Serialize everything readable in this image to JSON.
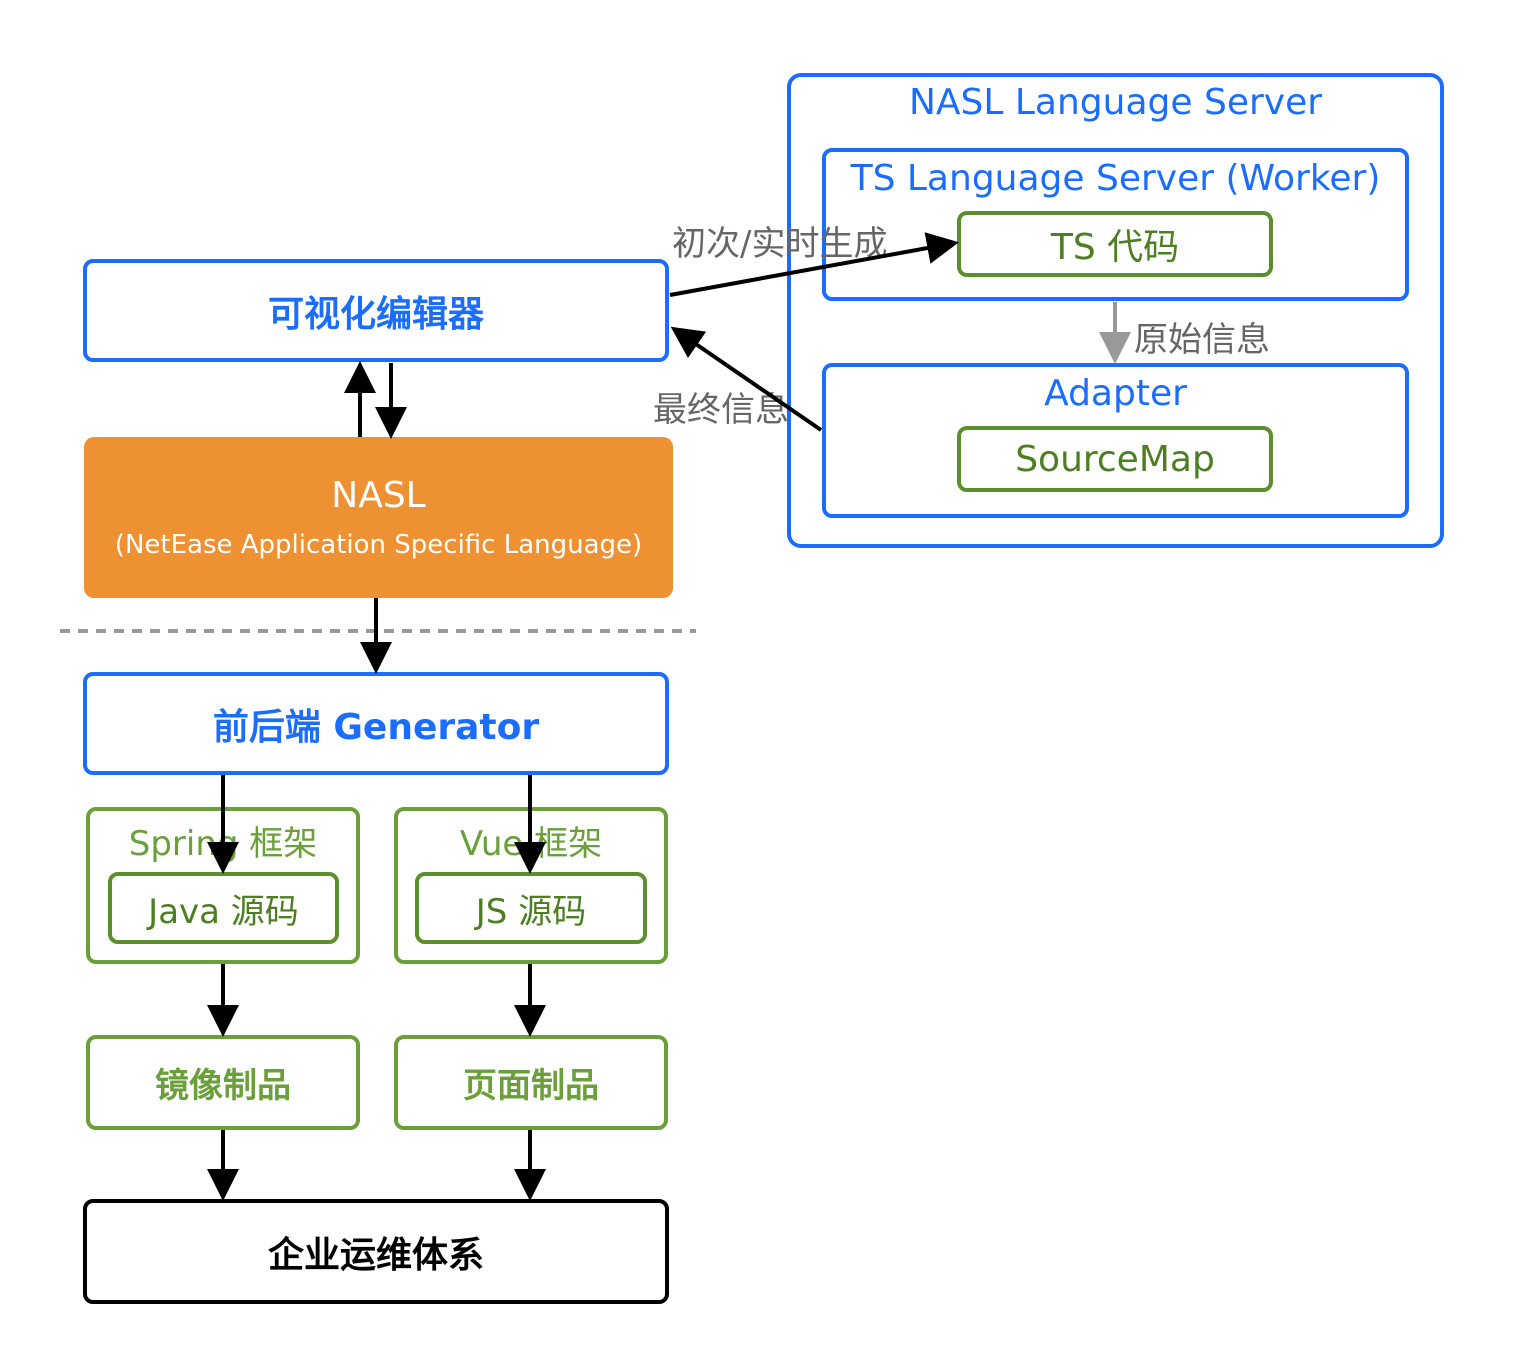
{
  "colors": {
    "blue": "#1a6dff",
    "green": "#5b8f2d",
    "orange": "#ee9132",
    "gray": "#999999",
    "black": "#000000"
  },
  "server": {
    "title": "NASL Language Server",
    "ts_server": "TS Language Server (Worker)",
    "ts_code": "TS 代码",
    "adapter": "Adapter",
    "sourcemap": "SourceMap",
    "raw_info": "原始信息"
  },
  "editor": {
    "label": "可视化编辑器",
    "gen_label": "初次/实时生成",
    "final_label": "最终信息"
  },
  "nasl": {
    "title": "NASL",
    "subtitle": "(NetEase Application Specific Language)"
  },
  "generator": {
    "label": "前后端 Generator"
  },
  "spring": {
    "title": "Spring 框架",
    "inner": "Java 源码"
  },
  "vue": {
    "title": "Vue 框架",
    "inner": "JS 源码"
  },
  "image_artifact": "镜像制品",
  "page_artifact": "页面制品",
  "ops": "企业运维体系"
}
